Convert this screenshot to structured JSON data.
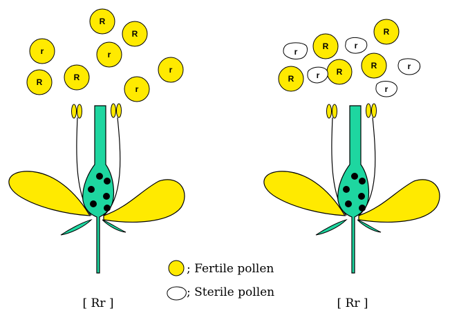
{
  "colors": {
    "fertile": "#ffea00",
    "pistil": "#1ed6a0",
    "petal": "#ffea00",
    "sterile": "#ffffff",
    "outline": "#000000"
  },
  "left": {
    "caption": "[ Rr ]",
    "pollen": [
      {
        "label": "R",
        "type": "fertile"
      },
      {
        "label": "R",
        "type": "fertile"
      },
      {
        "label": "r",
        "type": "fertile"
      },
      {
        "label": "r",
        "type": "fertile"
      },
      {
        "label": "R",
        "type": "fertile"
      },
      {
        "label": "R",
        "type": "fertile"
      },
      {
        "label": "r",
        "type": "fertile"
      },
      {
        "label": "r",
        "type": "fertile"
      }
    ]
  },
  "right": {
    "caption": "[ Rr ]",
    "pollen": [
      {
        "label": "R",
        "type": "fertile"
      },
      {
        "label": "R",
        "type": "fertile"
      },
      {
        "label": "R",
        "type": "fertile"
      },
      {
        "label": "R",
        "type": "fertile"
      },
      {
        "label": "R",
        "type": "fertile"
      },
      {
        "label": "r",
        "type": "sterile"
      },
      {
        "label": "r",
        "type": "sterile"
      },
      {
        "label": "r",
        "type": "sterile"
      },
      {
        "label": "r",
        "type": "sterile"
      },
      {
        "label": "r",
        "type": "sterile"
      }
    ]
  },
  "legend": {
    "fertile_label": "; Fertile pollen",
    "sterile_label": "; Sterile pollen"
  }
}
